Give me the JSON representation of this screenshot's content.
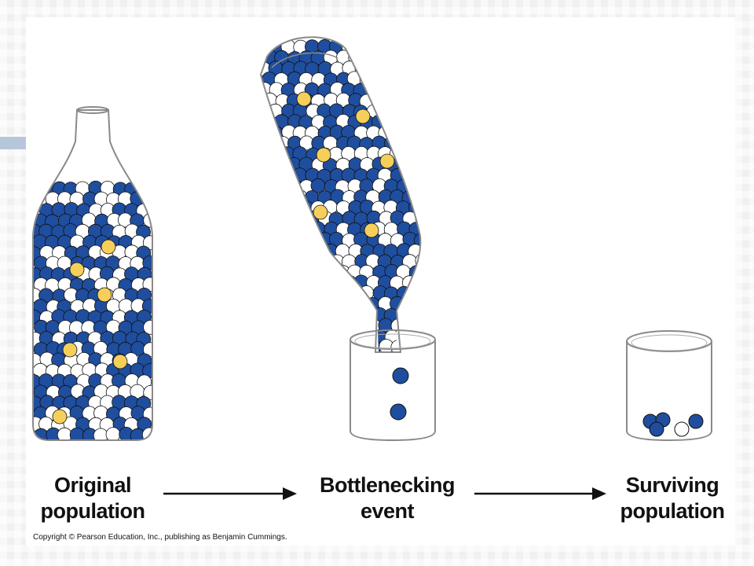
{
  "slide": {
    "background_color": "#f1f1f1",
    "accent_color": "#b7c7da"
  },
  "diagram": {
    "stages": [
      {
        "line1": "Original",
        "line2": "population"
      },
      {
        "line1": "Bottlenecking",
        "line2": "event"
      },
      {
        "line1": "Surviving",
        "line2": "population"
      }
    ],
    "colors": {
      "blue_marble": "#1f4e9f",
      "white_marble": "#ffffff",
      "yellow_marble": "#f5cf5a",
      "outline": "#111111",
      "glass": "#8a8a8a"
    },
    "icons": [
      "bottle-icon",
      "tilted-bottle-icon",
      "glass-icon",
      "arrow-right-icon"
    ],
    "copyright": "Copyright © Pearson Education, Inc., publishing as Benjamin Cummings."
  }
}
